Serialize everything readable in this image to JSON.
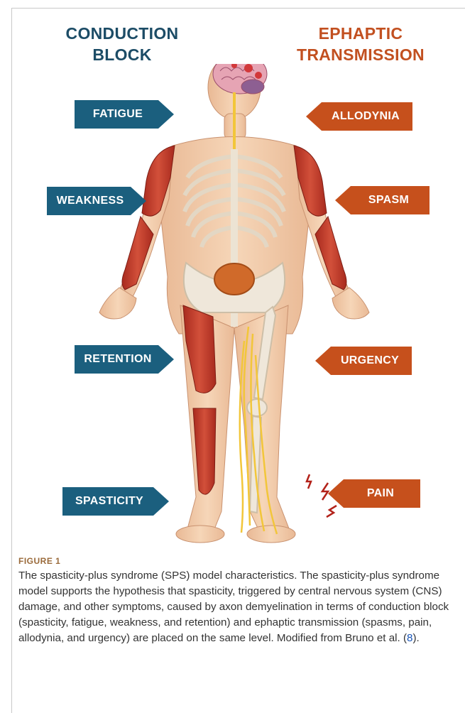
{
  "headings": {
    "left_line1": "CONDUCTION",
    "left_line2": "BLOCK",
    "right_line1": "EPHAPTIC",
    "right_line2": "TRANSMISSION"
  },
  "left_tags": [
    "FATIGUE",
    "WEAKNESS",
    "RETENTION",
    "SPASTICITY"
  ],
  "right_tags": [
    "ALLODYNIA",
    "SPASM",
    "URGENCY",
    "PAIN"
  ],
  "colors": {
    "conduction_block": "#1b5f7e",
    "ephaptic_transmission": "#c6501c",
    "muscle": "#c23b2a",
    "bone": "#efe7da",
    "skin": "#f0c9a6",
    "nerve": "#f2c63a"
  },
  "caption": {
    "label": "FIGURE 1",
    "text": "The spasticity-plus syndrome (SPS) model characteristics. The spasticity-plus syndrome model supports the hypothesis that spasticity, triggered by central nervous system (CNS) damage, and other symptoms, caused by axon demyelination in terms of conduction block (spasticity, fatigue, weakness, and retention) and ephaptic transmission (spasms, pain, allodynia, and urgency) are placed on the same level. Modified from Bruno et al. (",
    "ref": "8",
    "text_end": ")."
  }
}
